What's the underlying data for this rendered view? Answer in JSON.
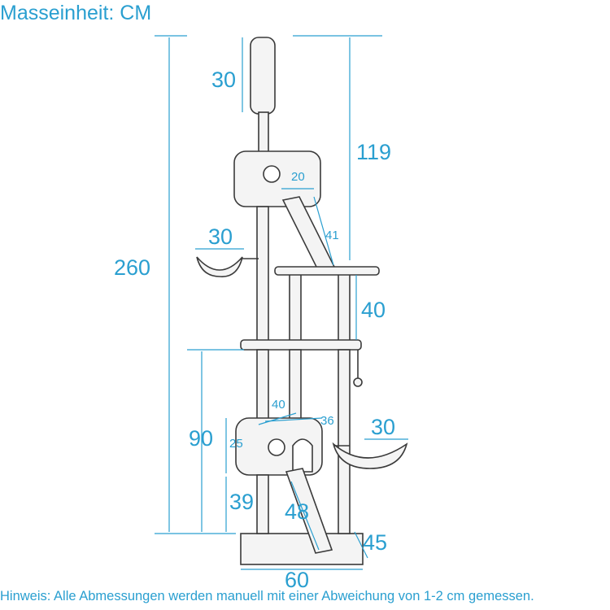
{
  "header": {
    "title": "Masseinheit: CM"
  },
  "footer": {
    "note": "Hinweis: Alle Abmessungen werden manuell mit einer Abweichung von 1-2 cm gemessen."
  },
  "colors": {
    "accent": "#2a9fd0",
    "line": "#2a9fd0",
    "sketch": "#3a3a3a"
  },
  "dimensions": {
    "total_height": "260",
    "top_section": "119",
    "top_post": "30",
    "top_house_width": "20",
    "ladder_upper": "41",
    "upper_hammock": "30",
    "platform_gap": "40",
    "lower_section": "90",
    "lower_house_width": "40",
    "lower_house_depth": "36",
    "lower_house_height": "25",
    "lower_hammock": "30",
    "base_to_house": "39",
    "ladder_lower": "48",
    "base_depth": "45",
    "base_width": "60"
  }
}
